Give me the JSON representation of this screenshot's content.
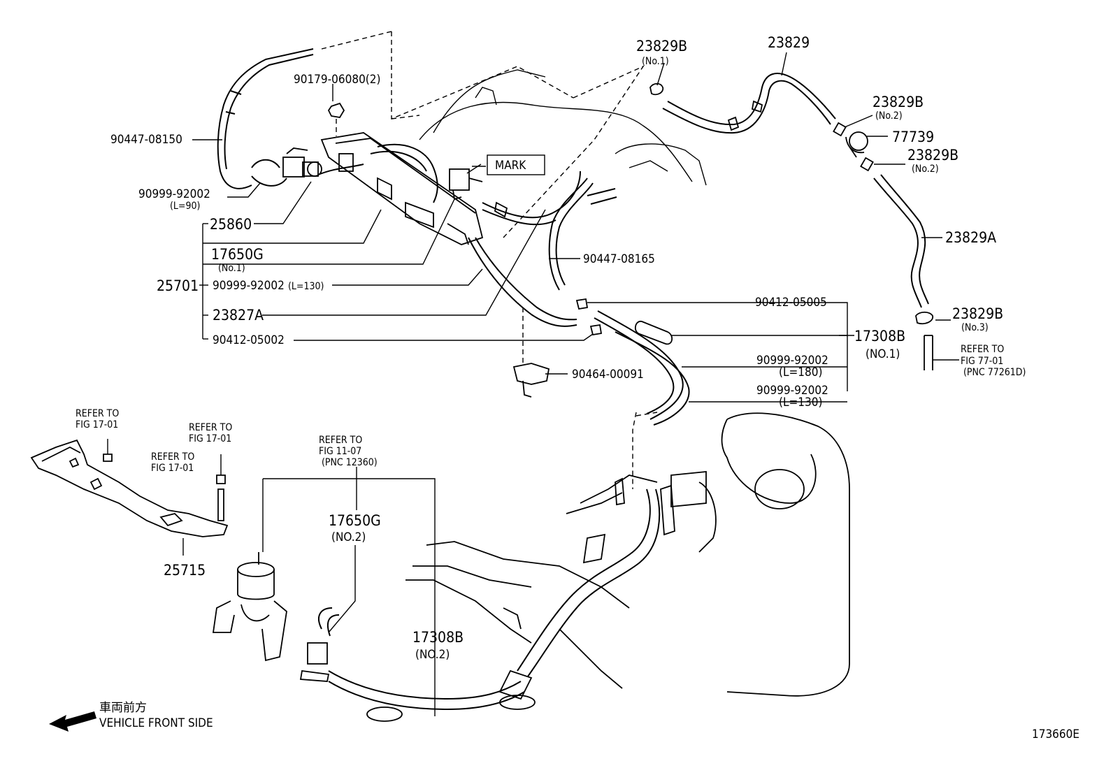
{
  "labels": {
    "p_23829B_top": "23829B",
    "p_no1_top": "(No.1)",
    "p_23829": "23829",
    "p_23829B_no2a": "23829B",
    "p_no2a": "(No.2)",
    "p_77739": "77739",
    "p_23829B_no2b": "23829B",
    "p_no2b": "(No.2)",
    "p_23829A": "23829A",
    "p_23829B_no3": "23829B",
    "p_no3": "(No.3)",
    "p_90179": "90179-06080(2)",
    "p_90447_08150": "90447-08150",
    "p_90999_a": "90999-92002",
    "p_l90": "(L=90)",
    "p_25860": "25860",
    "p_17650G": "17650G",
    "p_no1_b": "(No.1)",
    "p_25701": "25701",
    "p_90999_b": "90999-92002",
    "p_l130_b": "(L=130)",
    "p_23827A": "23827A",
    "p_90412_05002": "90412-05002",
    "p_mark": "MARK",
    "p_90447_08165": "90447-08165",
    "p_90412_05005": "90412-05005",
    "p_17308B": "17308B",
    "p_NO1": "(NO.1)",
    "p_90999_c": "90999-92002",
    "p_l180": "(L=180)",
    "p_90999_d": "90999-92002",
    "p_l130_d": "(L=130)",
    "p_90464": "90464-00091",
    "p_refer_77_a": "REFER TO",
    "p_refer_77_b": "FIG 77-01",
    "p_refer_77_c": "(PNC 77261D)",
    "p_refer_17a_a": "REFER TO",
    "p_refer_17a_b": "FIG 17-01",
    "p_refer_17b_a": "REFER TO",
    "p_refer_17b_b": "FIG 17-01",
    "p_refer_17c_a": "REFER TO",
    "p_refer_17c_b": "FIG 17-01",
    "p_25715": "25715",
    "p_refer_11_a": "REFER TO",
    "p_refer_11_b": "FIG 11-07",
    "p_refer_11_c": "(PNC 12360)",
    "p_17650G_2": "17650G",
    "p_NO2_a": "(NO.2)",
    "p_17308B_2": "17308B",
    "p_NO2_b": "(NO.2)",
    "p_front_jp": "車両前方",
    "p_front_en": "VEHICLE FRONT SIDE",
    "p_fig": "173660E"
  }
}
